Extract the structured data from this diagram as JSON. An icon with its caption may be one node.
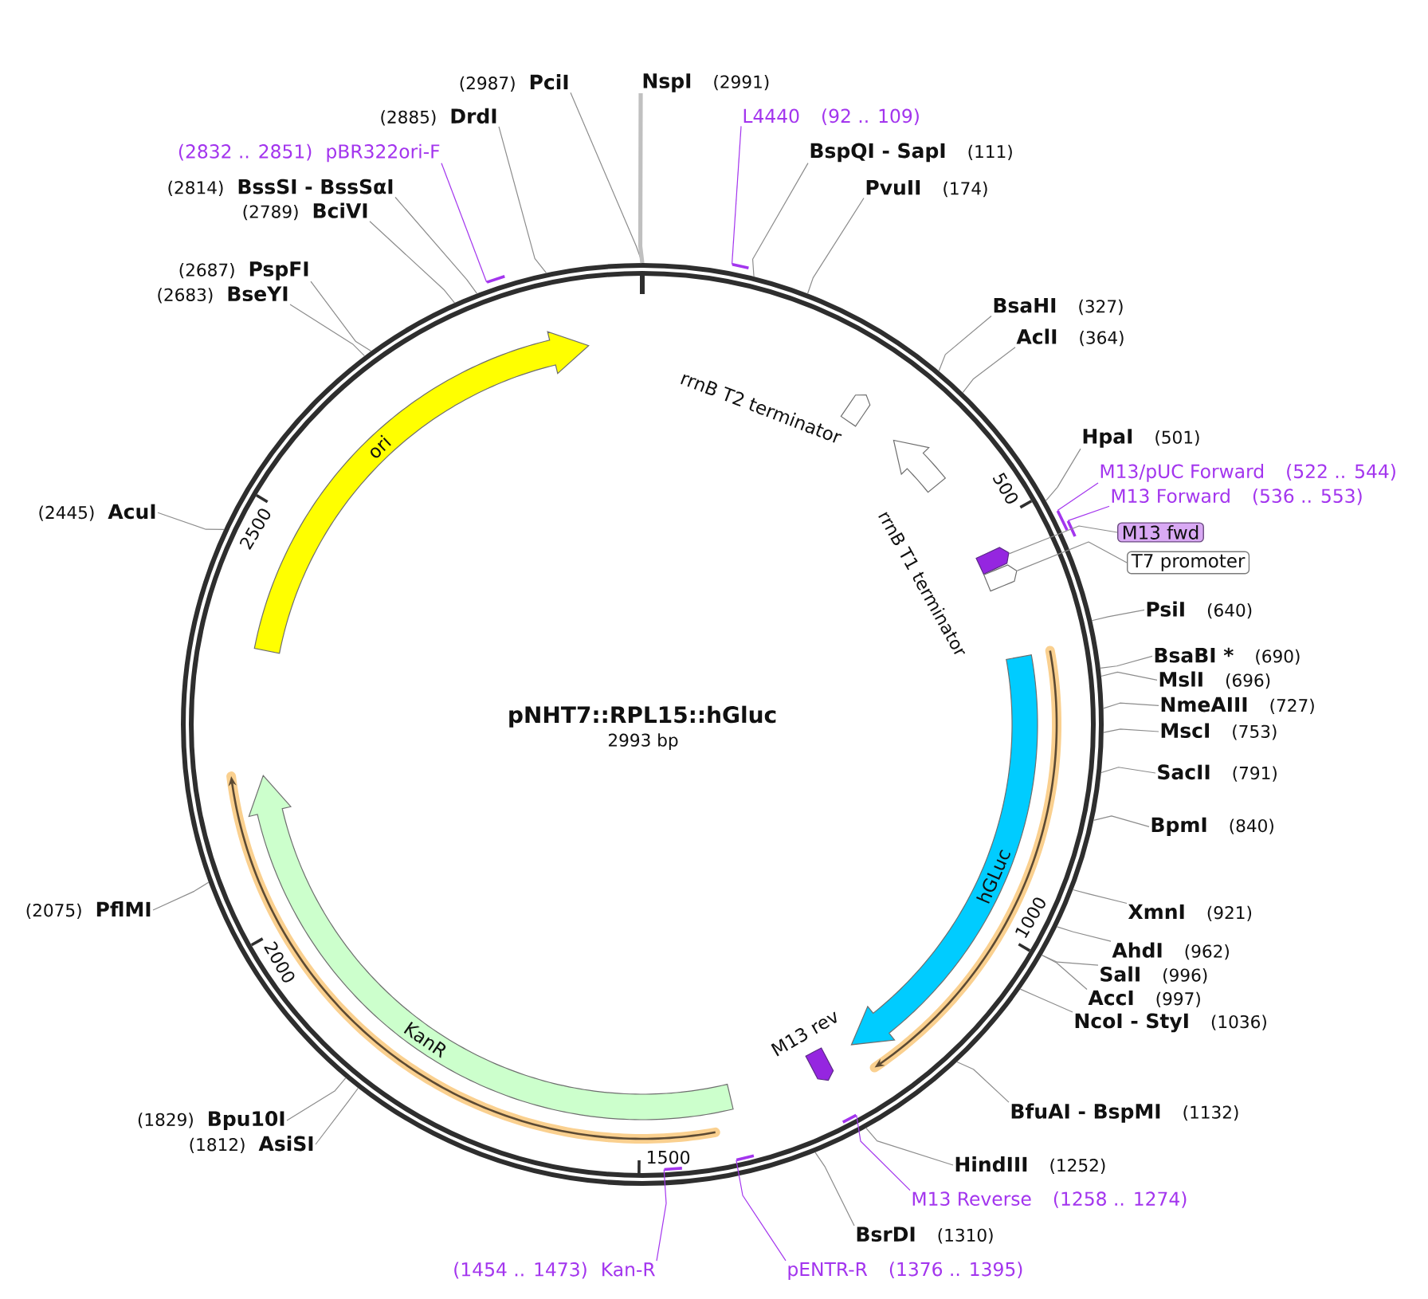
{
  "diagram": {
    "nodes": [
      {
        "text": [
          "pNHT7::RPL15::hGluc",
          "2993 bp"
        ]
      },
      {
        "text": [
          "ori"
        ],
        "in": 0
      },
      {
        "text": [
          "rrnB T2 terminator"
        ],
        "in": 0
      },
      {
        "text": [
          "rrnB T1 terminator"
        ],
        "in": 0
      },
      {
        "text": [],
        "shape": "pentagon",
        "in": 0
      },
      {
        "text": [],
        "shape": "pentagon",
        "in": 0
      },
      {
        "text": [
          "hGLuc"
        ],
        "in": 0
      },
      {
        "text": [
          "M13 rev"
        ],
        "in": 0
      },
      {
        "text": [
          "KanR"
        ],
        "in": 0
      },
      {
        "text": [
          "(2987)",
          "PciI"
        ]
      },
      {
        "text": [
          "NspI",
          "(2991)"
        ]
      },
      {
        "text": [
          "(2885)",
          "DrdI"
        ]
      },
      {
        "text": [
          "L4440",
          "(92 .. 109)"
        ]
      },
      {
        "text": [],
        "shape": "bar"
      },
      {
        "text": [
          "(2832 .. 2851)",
          "pBR322ori-F"
        ]
      },
      {
        "text": [],
        "shape": "bar"
      },
      {
        "text": [
          "BspQI - SapI",
          "(111)"
        ]
      },
      {
        "text": [
          "(2814)",
          "BssSI - BssSαI"
        ]
      },
      {
        "text": [
          "PvuII",
          "(174)"
        ]
      },
      {
        "text": [
          "(2789)",
          "BciVI"
        ]
      },
      {
        "text": [
          "(2687)",
          "PspFI"
        ]
      },
      {
        "text": [
          "(2683)",
          "BseYI"
        ]
      },
      {
        "text": [
          "BsaHI",
          "(327)"
        ]
      },
      {
        "text": [
          "AclI",
          "(364)"
        ]
      },
      {
        "text": [
          "HpaI",
          "(501)"
        ]
      },
      {
        "text": [
          "M13/pUC Forward",
          "(522 .. 544)"
        ]
      },
      {
        "text": [],
        "shape": "bar"
      },
      {
        "text": [
          "M13 Forward",
          "(536 .. 553)"
        ]
      },
      {
        "text": [],
        "shape": "bar"
      },
      {
        "text": [
          "(2445)",
          "AcuI"
        ]
      },
      {
        "text": [
          "M13 fwd"
        ]
      },
      {
        "text": [
          "T7 promoter"
        ]
      },
      {
        "text": [
          "PsiI",
          "(640)"
        ]
      },
      {
        "text": [
          "BsaBI *",
          "(690)"
        ]
      },
      {
        "text": [
          "MslI",
          "(696)"
        ]
      },
      {
        "text": [
          "NmeAIII",
          "(727)"
        ]
      },
      {
        "text": [
          "MscI",
          "(753)"
        ]
      },
      {
        "text": [
          "SacII",
          "(791)"
        ]
      },
      {
        "text": [
          "BpmI",
          "(840)"
        ]
      },
      {
        "text": [
          "(2075)",
          "PflMI"
        ]
      },
      {
        "text": [
          "XmnI",
          "(921)"
        ]
      },
      {
        "text": [
          "AhdI",
          "(962)"
        ]
      },
      {
        "text": [
          "SalI",
          "(996)"
        ]
      },
      {
        "text": [
          "AccI",
          "(997)"
        ]
      },
      {
        "text": [
          "NcoI - StyI",
          "(1036)"
        ]
      },
      {
        "text": [
          "BfuAI - BspMI",
          "(1132)"
        ]
      },
      {
        "text": [
          "(1829)",
          "Bpu10I"
        ]
      },
      {
        "text": [
          "(1812)",
          "AsiSI"
        ]
      },
      {
        "text": [
          "HindIII",
          "(1252)"
        ]
      },
      {
        "text": [
          "M13 Reverse",
          "(1258 .. 1274)"
        ]
      },
      {
        "text": [],
        "shape": "bar",
        "in": 0
      },
      {
        "text": [
          "BsrDI",
          "(1310)"
        ]
      },
      {
        "text": [
          "(1454 .. 1473)",
          "Kan-R"
        ]
      },
      {
        "text": [],
        "shape": "bar",
        "in": 0
      },
      {
        "text": [
          "pENTR-R",
          "(1376 .. 1395)"
        ]
      },
      {
        "text": [],
        "shape": "bar",
        "in": 0
      }
    ],
    "edges": [
      {
        "from": 9,
        "to": 0,
        "arrow": "none"
      },
      {
        "from": 10,
        "to": 0,
        "arrow": "none",
        "style": "thick",
        "color": "#c0c0c0"
      },
      {
        "from": 11,
        "to": 0,
        "arrow": "none"
      },
      {
        "from": 12,
        "to": 13,
        "arrow": "none",
        "color": "#a335ee"
      },
      {
        "from": 14,
        "to": 15,
        "arrow": "none",
        "color": "#a335ee"
      },
      {
        "from": 16,
        "to": 0,
        "arrow": "none"
      },
      {
        "from": 17,
        "to": 0,
        "arrow": "none"
      },
      {
        "from": 18,
        "to": 0,
        "arrow": "none"
      },
      {
        "from": 19,
        "to": 0,
        "arrow": "none"
      },
      {
        "from": 20,
        "to": 0,
        "arrow": "none"
      },
      {
        "from": 21,
        "to": 0,
        "arrow": "none"
      },
      {
        "from": 22,
        "to": 0,
        "arrow": "none"
      },
      {
        "from": 23,
        "to": 0,
        "arrow": "none"
      },
      {
        "from": 24,
        "to": 0,
        "arrow": "none"
      },
      {
        "from": 25,
        "to": 26,
        "arrow": "none",
        "color": "#a335ee"
      },
      {
        "from": 27,
        "to": 28,
        "arrow": "none",
        "color": "#a335ee"
      },
      {
        "from": 29,
        "to": 0,
        "arrow": "none"
      },
      {
        "from": 30,
        "to": 4,
        "arrow": "none"
      },
      {
        "from": 31,
        "to": 5,
        "arrow": "none"
      },
      {
        "from": 32,
        "to": 0,
        "arrow": "none"
      },
      {
        "from": 33,
        "to": 0,
        "arrow": "none"
      },
      {
        "from": 34,
        "to": 0,
        "arrow": "none"
      },
      {
        "from": 35,
        "to": 0,
        "arrow": "none"
      },
      {
        "from": 36,
        "to": 0,
        "arrow": "none"
      },
      {
        "from": 37,
        "to": 0,
        "arrow": "none"
      },
      {
        "from": 38,
        "to": 0,
        "arrow": "none"
      },
      {
        "from": 39,
        "to": 0,
        "arrow": "none"
      },
      {
        "from": 40,
        "to": 0,
        "arrow": "none"
      },
      {
        "from": 41,
        "to": 0,
        "arrow": "none"
      },
      {
        "from": 42,
        "to": 0,
        "arrow": "none"
      },
      {
        "from": 43,
        "to": 0,
        "arrow": "none"
      },
      {
        "from": 44,
        "to": 0,
        "arrow": "none"
      },
      {
        "from": 45,
        "to": 0,
        "arrow": "none"
      },
      {
        "from": 46,
        "to": 0,
        "arrow": "none"
      },
      {
        "from": 47,
        "to": 0,
        "arrow": "none"
      },
      {
        "from": 48,
        "to": 0,
        "arrow": "none"
      },
      {
        "from": 49,
        "to": 50,
        "arrow": "none",
        "color": "#a335ee"
      },
      {
        "from": 51,
        "to": 0,
        "arrow": "none"
      },
      {
        "from": 52,
        "to": 53,
        "arrow": "none",
        "color": "#a335ee"
      },
      {
        "from": 54,
        "to": 55,
        "arrow": "none",
        "color": "#a335ee"
      }
    ],
    "labels": [
      "500",
      "1000",
      "1500",
      "2000",
      "2500"
    ]
  }
}
